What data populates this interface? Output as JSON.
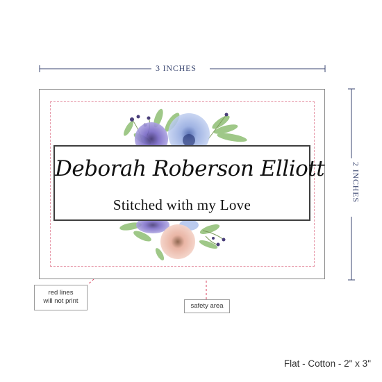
{
  "dimensions": {
    "width_label": "3 INCHES",
    "height_label": "2 INCHES"
  },
  "label": {
    "name": "Deborah Roberson Elliott",
    "tagline": "Stitched with my Love"
  },
  "callouts": {
    "red_lines_line1": "red lines",
    "red_lines_line2": "will not print",
    "safety_area": "safety area"
  },
  "product": {
    "description": "Flat - Cotton - 2\" x 3\""
  },
  "colors": {
    "dimension_line": "#3a4670",
    "safety_line": "#e79aaa",
    "callout_leader": "#d9425e",
    "frame_border": "#3d3d3d"
  },
  "icons": [
    "watercolor-floral-decoration"
  ]
}
